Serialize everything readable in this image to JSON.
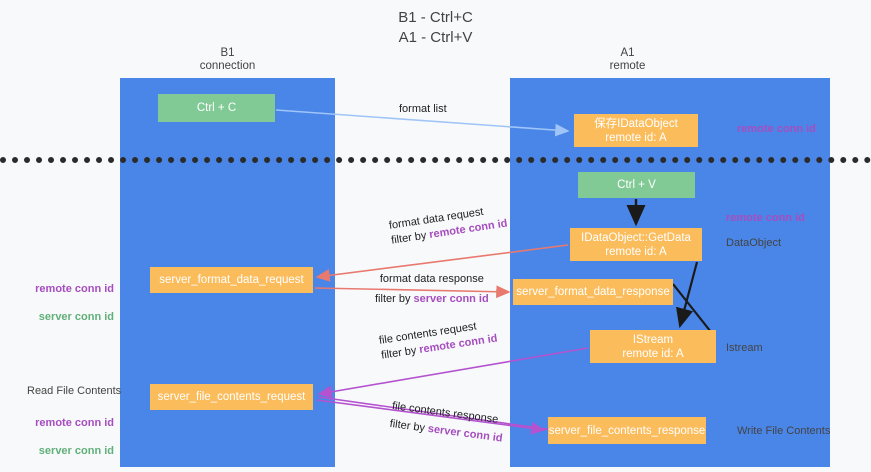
{
  "title": "B1 - Ctrl+C\nA1 - Ctrl+V",
  "lanes": [
    {
      "id": "b1",
      "header": "B1\nconnection",
      "color": "#4a86e8"
    },
    {
      "id": "a1",
      "header": "A1\nremote",
      "color": "#4a86e8"
    }
  ],
  "nodes": {
    "ctrl_c": "Ctrl + C",
    "idataobject": "保存IDataObject\nremote id: A",
    "ctrl_v": "Ctrl + V",
    "getdata": "IDataObject::GetData\nremote id: A",
    "server_format_data_request": "server_format_data_request",
    "server_format_data_response": "server_format_data_response",
    "istream": "IStream\nremote id: A",
    "server_file_contents_request": "server_file_contents_request",
    "server_file_contents_response": "server_file_contents_response"
  },
  "edge_labels": {
    "format_list": "format list",
    "format_data_request": "format data request",
    "format_data_request_filter_prefix": "filter by ",
    "format_data_request_filter_key": "remote conn id",
    "format_data_response": "format data response",
    "format_data_response_filter_prefix": "filter by ",
    "format_data_response_filter_key": "server conn id",
    "file_contents_request": "file contents request",
    "file_contents_request_filter_prefix": "filter by ",
    "file_contents_request_filter_key": "remote conn id",
    "file_contents_response": "file contents response",
    "file_contents_response_filter_prefix": "filter by ",
    "file_contents_response_filter_key": "server conn id"
  },
  "side_labels": {
    "remote_conn_id_top": "remote conn id",
    "remote_conn_id_mid": "remote conn id",
    "dataobject": "DataObject",
    "istream": "Istream",
    "write_file_contents": "Write File Contents",
    "read_file_contents": "Read File Contents",
    "left_remote_conn_id": "remote conn id",
    "left_server_conn_id": "server conn id",
    "left_remote_conn_id_2": "remote conn id",
    "left_server_conn_id_2": "server conn id"
  },
  "colors": {
    "lane": "#4a86e8",
    "green_node": "#81c995",
    "orange_node": "#fbbc5c",
    "purple_text": "#a64dbf",
    "green_text": "#60b07a",
    "arrow_blue": "#9fc5f8",
    "arrow_red": "#e8796f",
    "arrow_black": "#1a1a1a",
    "arrow_purple": "#b452cf",
    "divider": "#2b2b2b",
    "background": "#f8f9fa"
  }
}
